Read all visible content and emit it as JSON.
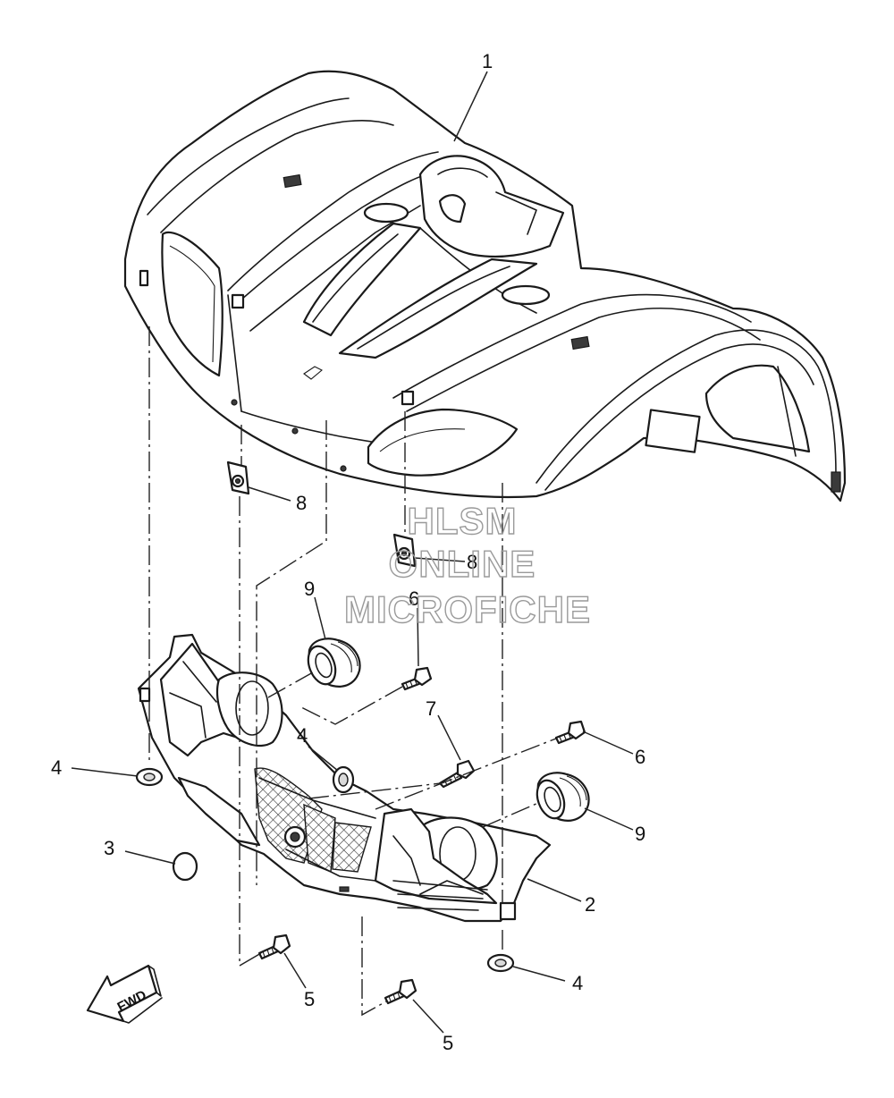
{
  "callouts": {
    "c1": "1",
    "c2": "2",
    "c3": "3",
    "c4a": "4",
    "c4b": "4",
    "c4c": "4",
    "c5a": "5",
    "c5b": "5",
    "c6a": "6",
    "c6b": "6",
    "c7": "7",
    "c8a": "8",
    "c8b": "8",
    "c9a": "9",
    "c9b": "9"
  },
  "watermark": {
    "line1": "HLSM",
    "line2": "ONLINE",
    "line3": "MICROFICHE"
  },
  "direction_label": "FWD"
}
